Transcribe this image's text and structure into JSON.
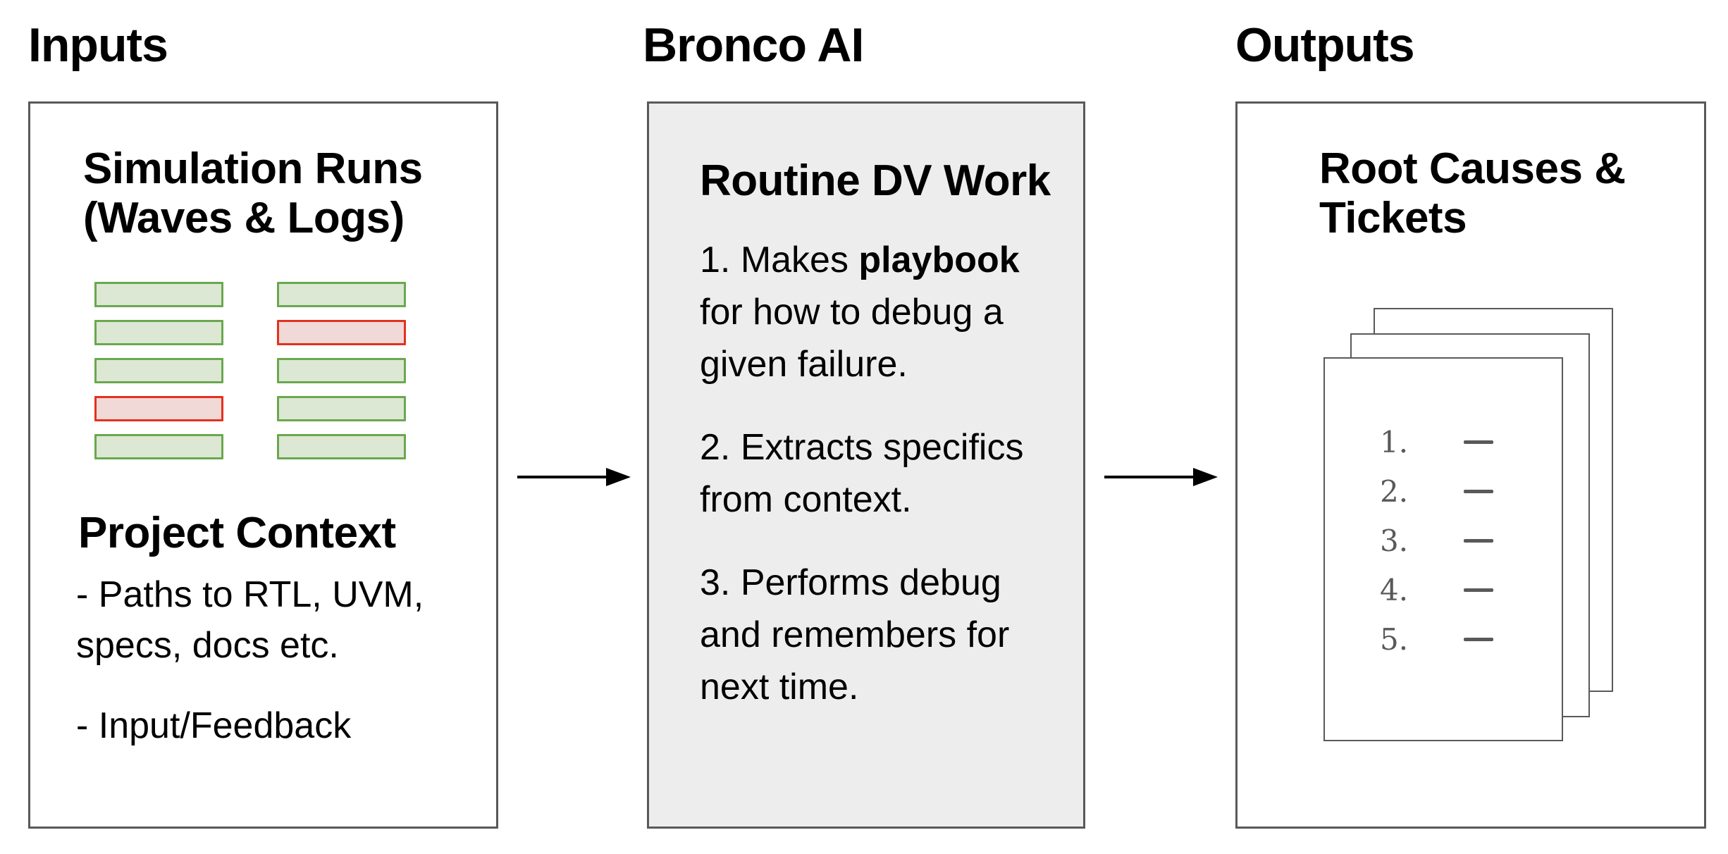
{
  "columns": {
    "inputs_title": "Inputs",
    "bronco_title": "Bronco AI",
    "outputs_title": "Outputs"
  },
  "inputs_box": {
    "heading_line1": "Simulation Runs",
    "heading_line2": "(Waves & Logs)",
    "sim_grid": {
      "columns": [
        [
          "green",
          "green",
          "green",
          "red",
          "green"
        ],
        [
          "green",
          "red",
          "green",
          "green",
          "green"
        ]
      ]
    },
    "subheading": "Project Context",
    "bullets": [
      {
        "lines": [
          "- Paths to RTL, UVM,",
          "specs, docs etc."
        ]
      },
      {
        "lines": [
          "- Input/Feedback"
        ]
      }
    ]
  },
  "bronco_box": {
    "heading": "Routine DV Work",
    "steps": [
      {
        "lines": [
          [
            {
              "t": "1. Makes ",
              "b": false
            },
            {
              "t": "playbook",
              "b": true
            }
          ],
          [
            {
              "t": "for how to debug a",
              "b": false
            }
          ],
          [
            {
              "t": "given failure.",
              "b": false
            }
          ]
        ]
      },
      {
        "lines": [
          [
            {
              "t": "2. Extracts specifics",
              "b": false
            }
          ],
          [
            {
              "t": "from context.",
              "b": false
            }
          ]
        ]
      },
      {
        "lines": [
          [
            {
              "t": "3. Performs debug",
              "b": false
            }
          ],
          [
            {
              "t": "and remembers for",
              "b": false
            }
          ],
          [
            {
              "t": "next time.",
              "b": false
            }
          ]
        ]
      }
    ]
  },
  "outputs_box": {
    "heading_line1": "Root Causes &",
    "heading_line2": "Tickets",
    "ticket_numbers": [
      "1.",
      "2.",
      "3.",
      "4.",
      "5."
    ]
  },
  "colors": {
    "text": "#000000",
    "box_border": "#595959",
    "bronco_fill": "#ededed",
    "green_fill": "#dce8d3",
    "green_border": "#6aa84f",
    "red_fill": "#f1d9d8",
    "red_border": "#e2321e",
    "paper_border": "#595959",
    "muted": "#595959",
    "arrow": "#000000"
  }
}
